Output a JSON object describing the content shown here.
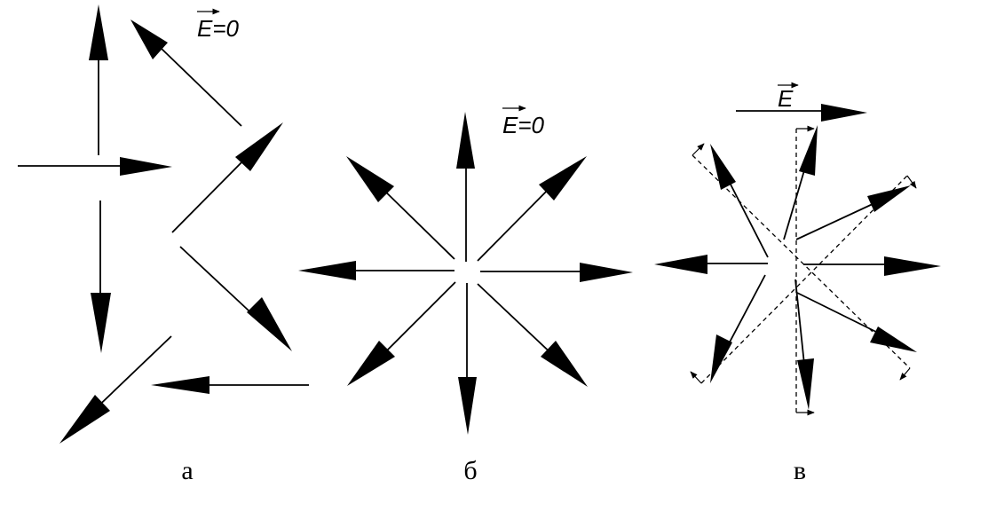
{
  "panels": [
    {
      "id": "a",
      "caption": "а",
      "field_label_symbol": "E",
      "field_label_value": "=0"
    },
    {
      "id": "b",
      "caption": "б",
      "field_label_symbol": "E",
      "field_label_value": "=0"
    },
    {
      "id": "c",
      "caption": "в",
      "field_label_symbol": "E",
      "field_label_value": ""
    }
  ]
}
